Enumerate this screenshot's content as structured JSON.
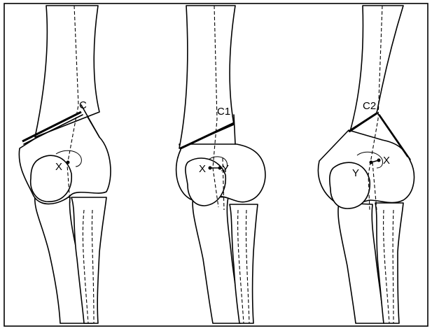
{
  "figure": {
    "panels": [
      {
        "id": "left",
        "cut_label": "C",
        "point_labels": [
          "X"
        ]
      },
      {
        "id": "middle",
        "cut_label": "C1",
        "point_labels": [
          "X",
          "Y"
        ]
      },
      {
        "id": "right",
        "cut_label": "C2",
        "point_labels": [
          "Y",
          "X"
        ]
      }
    ],
    "colors": {
      "line": "#000000",
      "background": "#ffffff"
    }
  }
}
